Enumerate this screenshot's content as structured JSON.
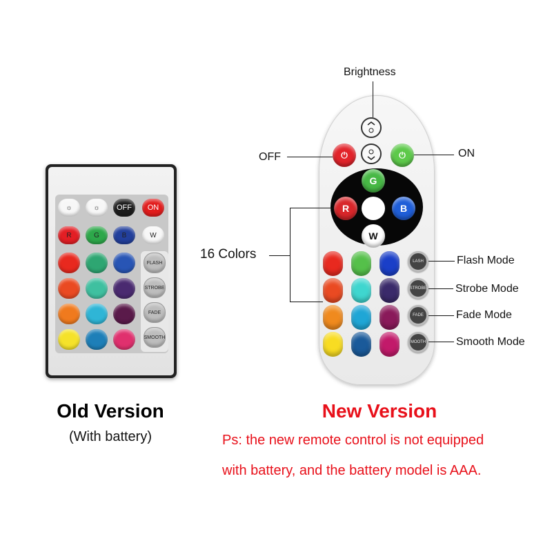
{
  "old_remote": {
    "top_keys": [
      "",
      "",
      "OFF",
      "ON"
    ],
    "rgbw": [
      "R",
      "G",
      "B",
      "W"
    ],
    "func_keys": [
      "FLASH",
      "STROBE",
      "FADE",
      "SMOOTH"
    ]
  },
  "new_remote": {
    "off_small": "OFF",
    "on_small": "ON",
    "dpad": {
      "g": "G",
      "r": "R",
      "b": "B",
      "w": "W"
    },
    "mode_small": [
      "LASH",
      "STROBE",
      "FADE",
      "MOOTH"
    ]
  },
  "labels": {
    "brightness": "Brightness",
    "off": "OFF",
    "on": "ON",
    "colors": "16 Colors",
    "flash": "Flash Mode",
    "strobe": "Strobe Mode",
    "fade": "Fade Mode",
    "smooth": "Smooth Mode"
  },
  "captions": {
    "old_title": "Old Version",
    "old_sub": "(With battery)",
    "new_title": "New Version",
    "note_line1": "Ps: the new remote control is not equipped",
    "note_line2": "with battery, and the battery model is AAA."
  },
  "colors": {
    "accent_red": "#e8101a",
    "old_grid": [
      [
        "#e8291f",
        "#2ea672",
        "#2855b5"
      ],
      [
        "#ea4a22",
        "#3fc0a0",
        "#4a2a70"
      ],
      [
        "#f07a1e",
        "#2fb5d6",
        "#5a1a4a"
      ],
      [
        "#f5e22a",
        "#1e7fb8",
        "#e0306e"
      ]
    ],
    "new_grid": [
      [
        "#e8291f",
        "#55c04a",
        "#1a3fc8"
      ],
      [
        "#ea4a22",
        "#3fd6cf",
        "#3a2a6a"
      ],
      [
        "#f08a1e",
        "#1fa6d6",
        "#8a1a5a"
      ],
      [
        "#f8dc22",
        "#1a5a9a",
        "#c21a6a"
      ]
    ]
  }
}
